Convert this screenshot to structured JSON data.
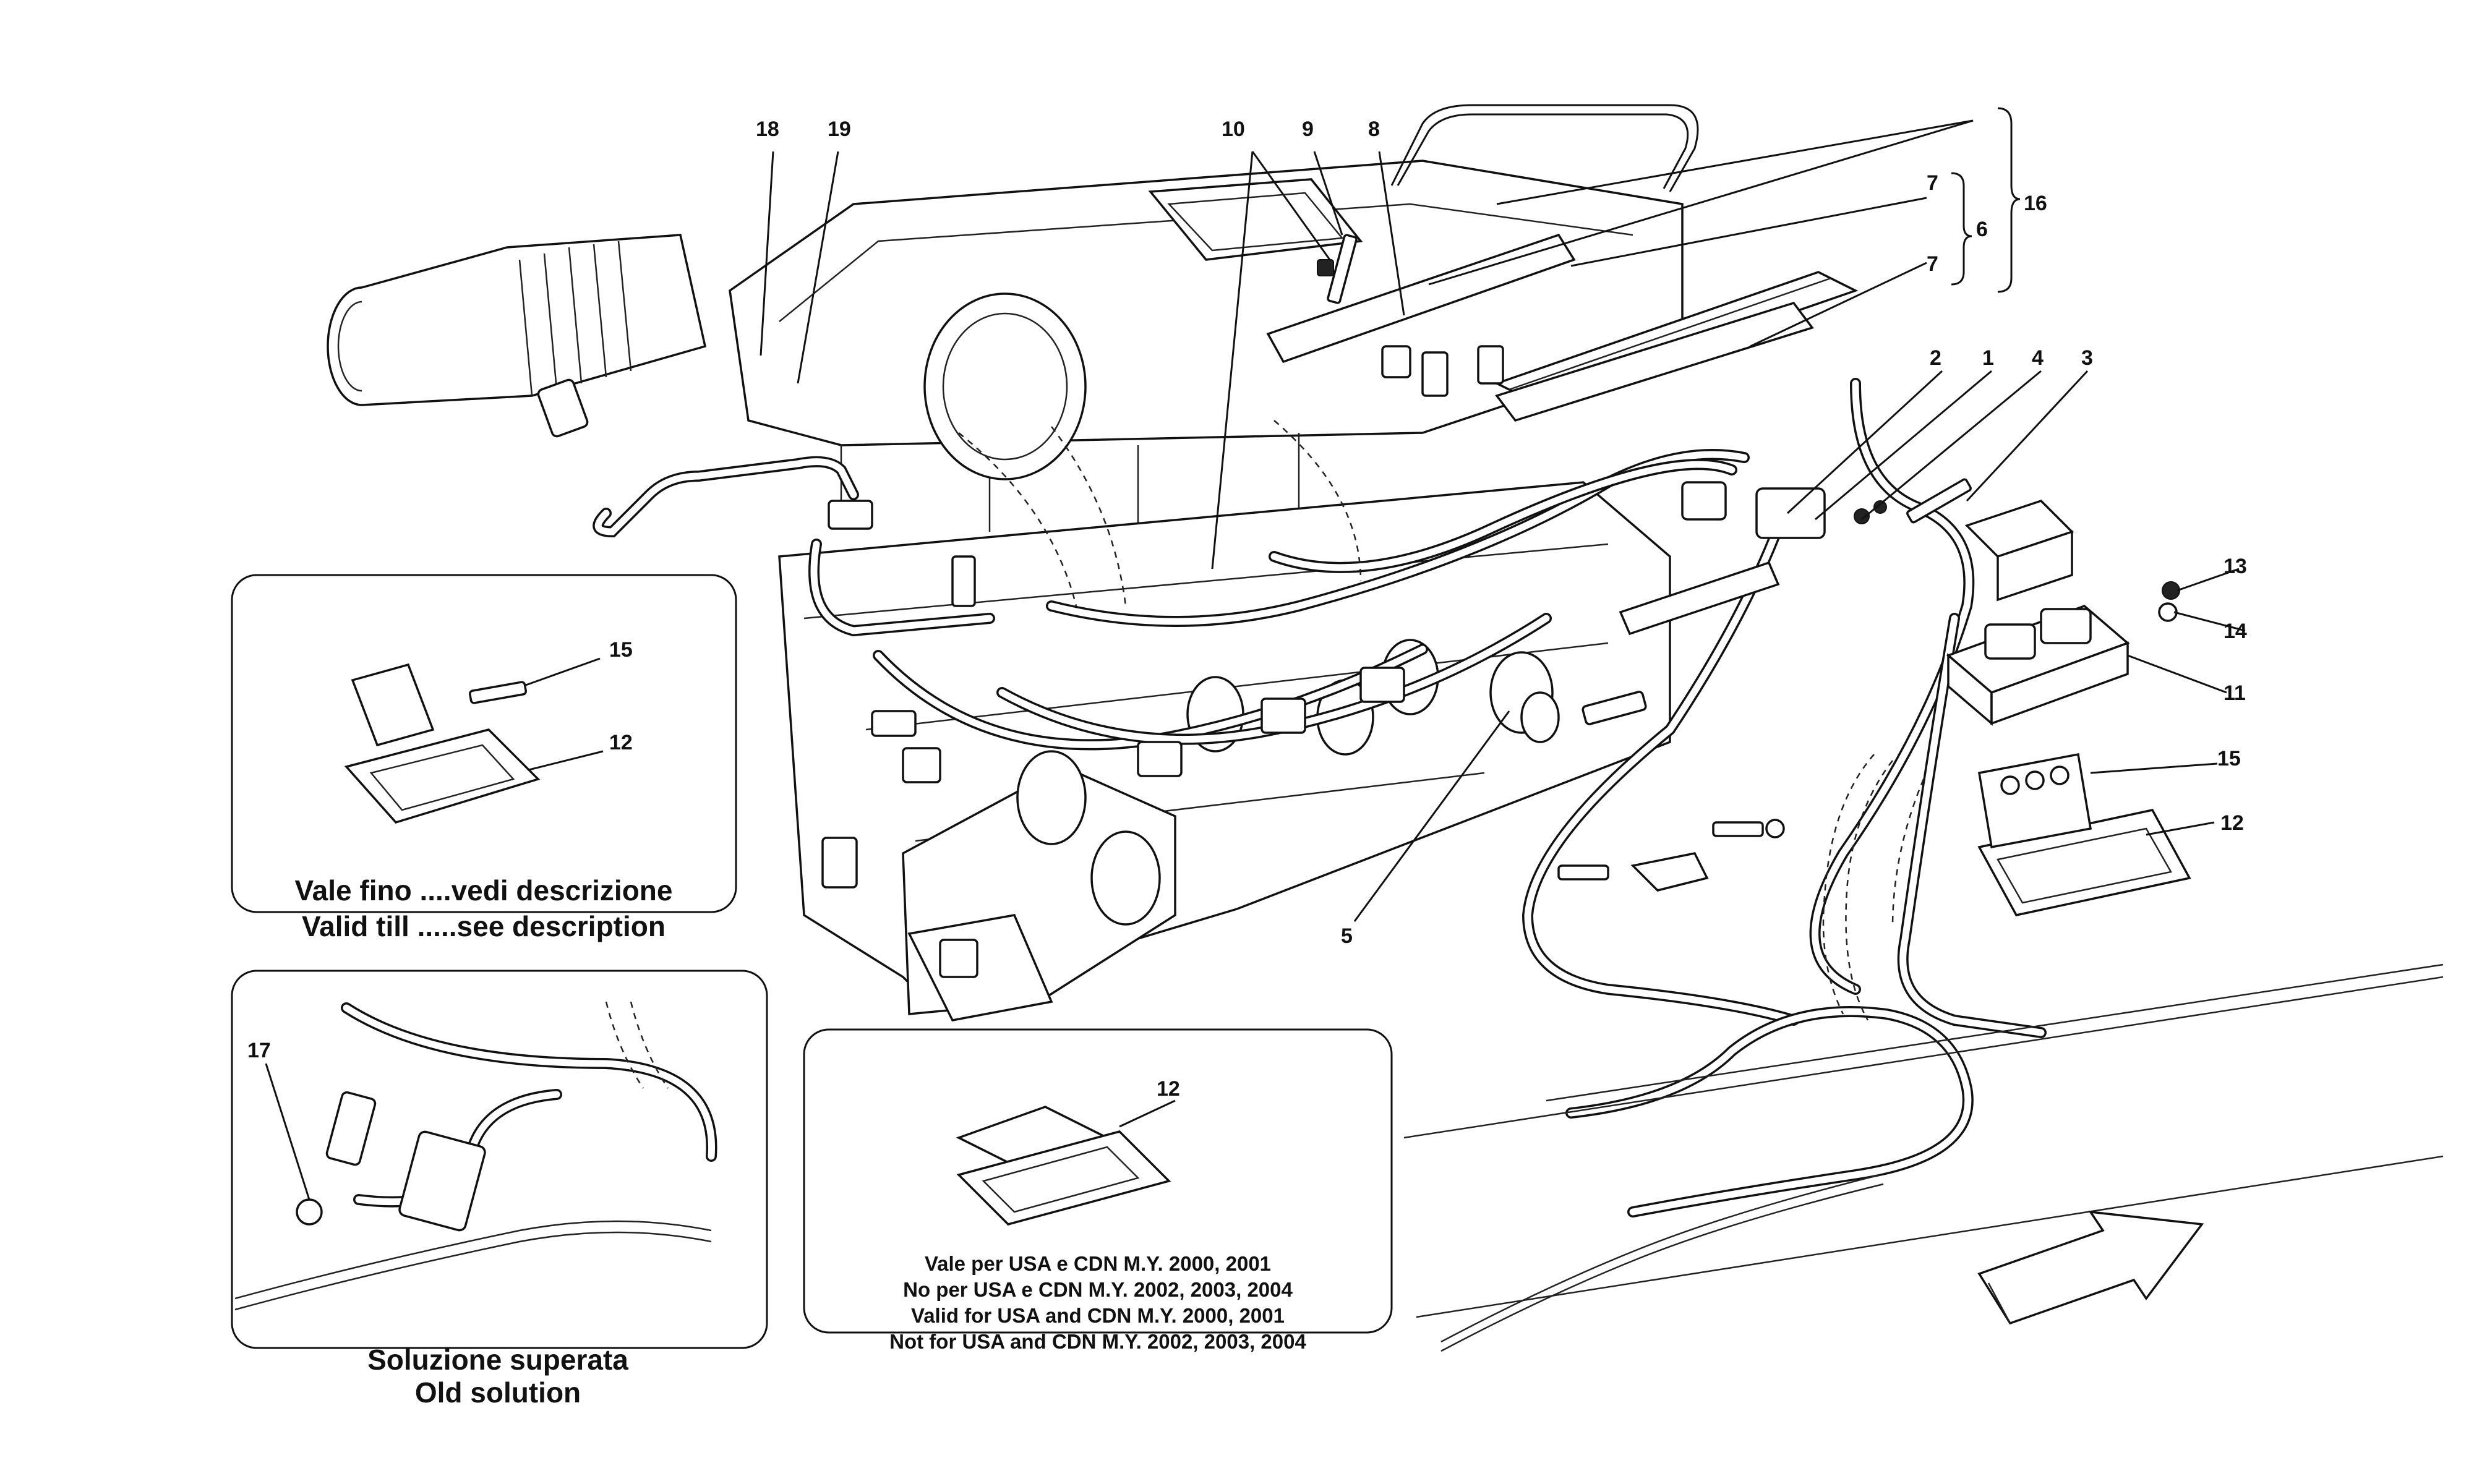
{
  "callouts": [
    "1",
    "2",
    "3",
    "4",
    "5",
    "6",
    "7",
    "7",
    "8",
    "9",
    "10",
    "11",
    "12",
    "12",
    "12",
    "13",
    "14",
    "15",
    "15",
    "16",
    "17",
    "18",
    "19"
  ],
  "captions": {
    "inset_top_it": "Vale fino ....vedi descrizione",
    "inset_top_en": "Valid till .....see description",
    "inset_old_it": "Soluzione superata",
    "inset_old_en": "Old solution",
    "inset_usa_1": "Vale per USA e CDN M.Y. 2000, 2001",
    "inset_usa_2": "No per USA e CDN M.Y. 2002, 2003, 2004",
    "inset_usa_3": "Valid for USA and CDN M.Y. 2000, 2001",
    "inset_usa_4": "Not for USA and CDN M.Y. 2002, 2003, 2004"
  }
}
